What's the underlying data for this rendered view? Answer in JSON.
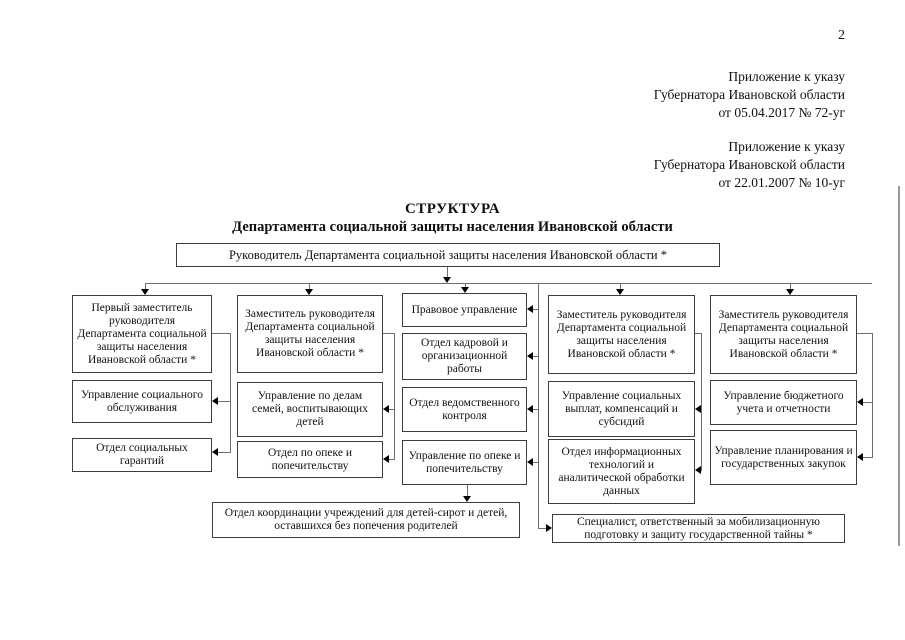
{
  "page_number": "2",
  "annotations": [
    {
      "lines": [
        "Приложение к указу",
        "Губернатора Ивановской области",
        "от 05.04.2017 № 72-уг"
      ]
    },
    {
      "lines": [
        "Приложение к указу",
        "Губернатора Ивановской области",
        "от 22.01.2007 № 10-уг"
      ]
    }
  ],
  "title": {
    "line1": "СТРУКТУРА",
    "line2": "Департамента социальной защиты населения Ивановской области"
  },
  "org": {
    "root": "Руководитель Департамента социальной защиты населения Ивановской области *",
    "col1": [
      "Первый заместитель руководителя Департамента социальной защиты населения Ивановской области *",
      "Управление социального обслуживания",
      "Отдел социальных гарантий"
    ],
    "col2": [
      "Заместитель руководителя Департамента социальной защиты населения Ивановской области *",
      "Управление по делам семей, воспитывающих детей",
      "Отдел по опеке и попечительству"
    ],
    "col3": [
      "Правовое управление",
      "Отдел кадровой и организационной работы",
      "Отдел ведомственного контроля",
      "Управление по опеке и попечительству"
    ],
    "col4": [
      "Заместитель руководителя Департамента социальной защиты населения Ивановской области *",
      "Управление социальных выплат, компенсаций и субсидий",
      "Отдел информационных технологий и аналитической обработки данных"
    ],
    "col5": [
      "Заместитель руководителя Департамента социальной защиты населения Ивановской области *",
      "Управление бюджетного учета и отчетности",
      "Управление планирования и государственных закупок"
    ],
    "bottom_left": "Отдел координации учреждений для детей-сирот и детей, оставшихся без попечения родителей",
    "bottom_right": "Специалист, ответственный за мобилизационную подготовку и защиту государственной тайны *"
  },
  "colors": {
    "line": "#6e6e6e",
    "border": "#3e3e3e",
    "arrow": "#000000",
    "page_edge": "#9a9a9a",
    "text": "#101010"
  }
}
